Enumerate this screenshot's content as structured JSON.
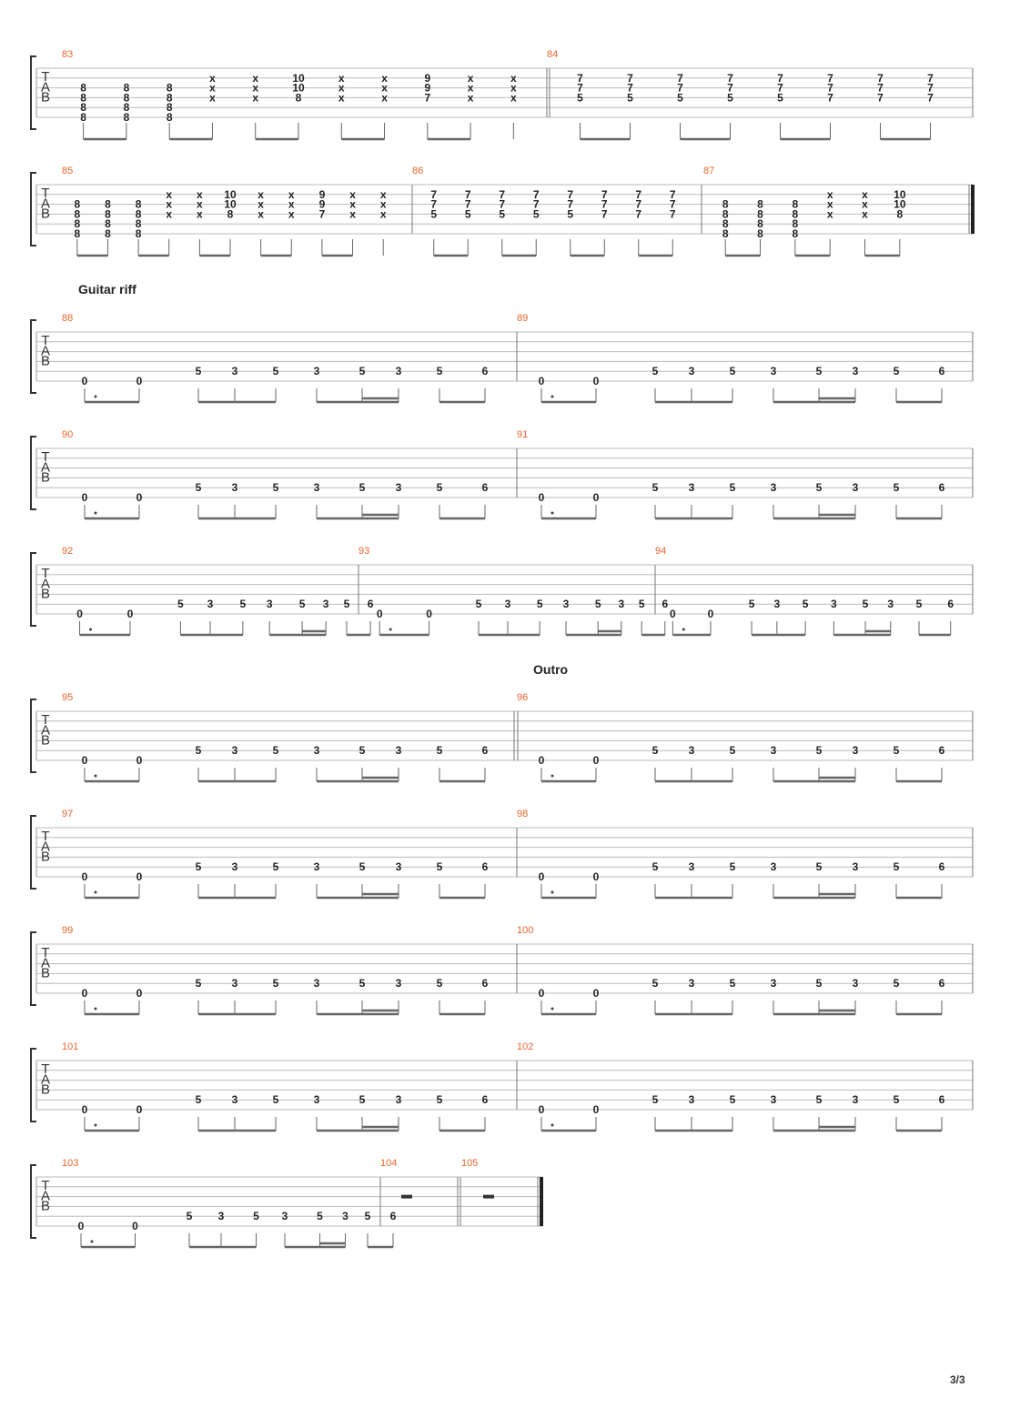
{
  "sections": {
    "guitar_riff": "Guitar riff",
    "outro": "Outro"
  },
  "tab_clef": [
    "T",
    "A",
    "B"
  ],
  "page_number": "3/3",
  "bar_numbers": [
    "83",
    "84",
    "85",
    "86",
    "87",
    "88",
    "89",
    "90",
    "91",
    "92",
    "93",
    "94",
    "95",
    "96",
    "97",
    "98",
    "99",
    "100",
    "101",
    "102",
    "103",
    "104",
    "105"
  ],
  "bars": {
    "83": [
      [
        "8",
        "8",
        "8",
        "8"
      ],
      [
        "8",
        "8",
        "8",
        "8"
      ],
      [
        "8",
        "8",
        "8",
        "8"
      ],
      [
        "x",
        "x",
        "x"
      ],
      [
        "x",
        "x",
        "x"
      ],
      [
        "10",
        "10",
        "8"
      ],
      [
        "x",
        "x",
        "x"
      ],
      [
        "x",
        "x",
        "x"
      ],
      [
        "9",
        "9",
        "7"
      ],
      [
        "x",
        "x",
        "x"
      ],
      [
        "x",
        "x",
        "x"
      ]
    ],
    "84": [
      [
        "7",
        "7",
        "5"
      ],
      [
        "7",
        "7",
        "5"
      ],
      [
        "7",
        "7",
        "5"
      ],
      [
        "7",
        "7",
        "5"
      ],
      [
        "7",
        "7",
        "5"
      ],
      [
        "7",
        "7",
        "7"
      ],
      [
        "7",
        "7",
        "7"
      ],
      [
        "7",
        "7",
        "7"
      ]
    ],
    "85": [
      [
        "8",
        "8",
        "8",
        "8"
      ],
      [
        "8",
        "8",
        "8",
        "8"
      ],
      [
        "8",
        "8",
        "8",
        "8"
      ],
      [
        "x",
        "x",
        "x"
      ],
      [
        "x",
        "x",
        "x"
      ],
      [
        "10",
        "10",
        "8"
      ],
      [
        "x",
        "x",
        "x"
      ],
      [
        "x",
        "x",
        "x"
      ],
      [
        "9",
        "9",
        "7"
      ],
      [
        "x",
        "x",
        "x"
      ],
      [
        "x",
        "x",
        "x"
      ]
    ],
    "86": [
      [
        "7",
        "7",
        "5"
      ],
      [
        "7",
        "7",
        "5"
      ],
      [
        "7",
        "7",
        "5"
      ],
      [
        "7",
        "7",
        "5"
      ],
      [
        "7",
        "7",
        "5"
      ],
      [
        "7",
        "7",
        "7"
      ],
      [
        "7",
        "7",
        "7"
      ],
      [
        "7",
        "7",
        "7"
      ]
    ],
    "87": [
      [
        "8",
        "8",
        "8",
        "8"
      ],
      [
        "8",
        "8",
        "8",
        "8"
      ],
      [
        "8",
        "8",
        "8",
        "8"
      ],
      [
        "x",
        "x",
        "x"
      ],
      [
        "x",
        "x",
        "x"
      ],
      [
        "10",
        "10",
        "8"
      ]
    ],
    "riff": [
      "0",
      "0",
      "5",
      "3",
      "5",
      "3",
      "5",
      "3",
      "5",
      "6"
    ]
  }
}
